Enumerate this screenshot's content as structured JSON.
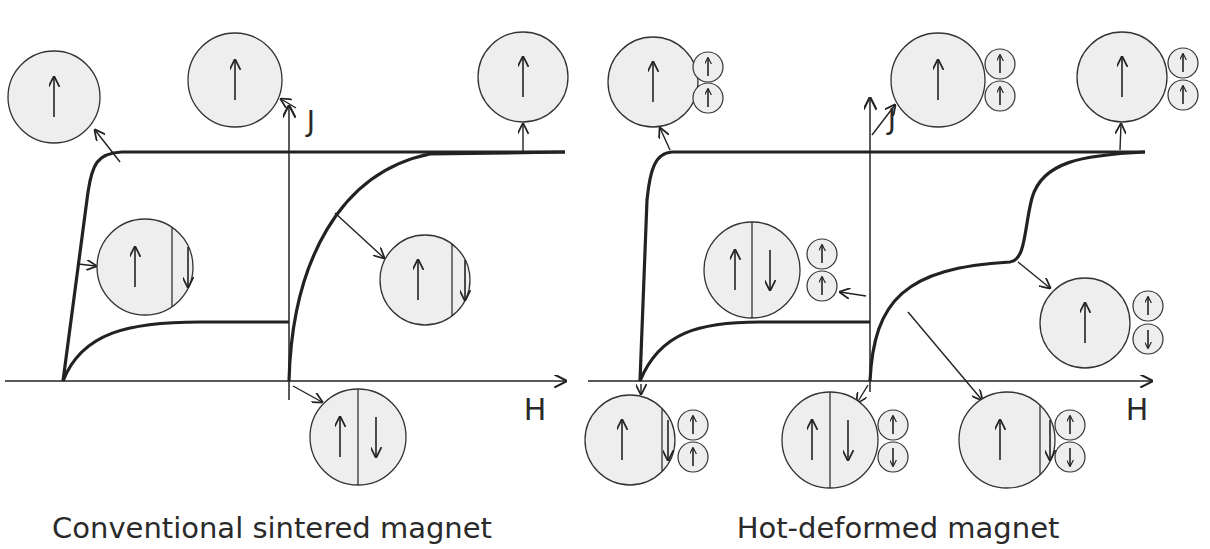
{
  "diagram": {
    "labels": [
      "J",
      "H",
      "Conventional sintered magnet",
      "J",
      "H",
      "Hot-deformed magnet"
    ]
  }
}
